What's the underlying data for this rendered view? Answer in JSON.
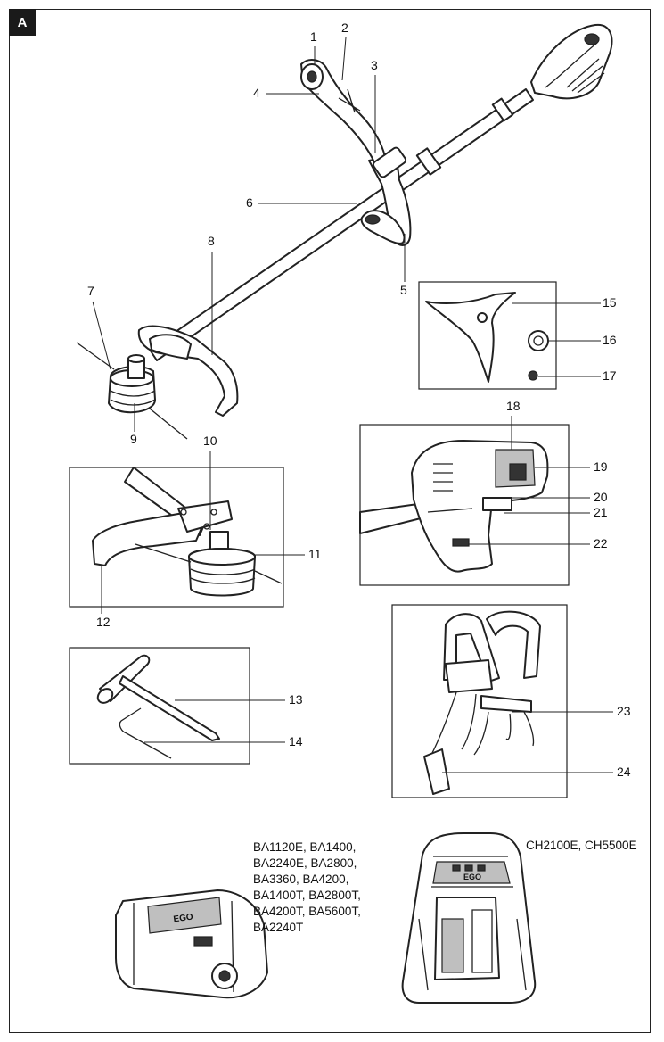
{
  "figure": {
    "tag": "A"
  },
  "callouts": {
    "c1": "1",
    "c2": "2",
    "c3": "3",
    "c4": "4",
    "c5": "5",
    "c6": "6",
    "c7": "7",
    "c8": "8",
    "c9": "9",
    "c10": "10",
    "c11": "11",
    "c12": "12",
    "c13": "13",
    "c14": "14",
    "c15": "15",
    "c16": "16",
    "c17": "17",
    "c18": "18",
    "c19": "19",
    "c20": "20",
    "c21": "21",
    "c22": "22",
    "c23": "23",
    "c24": "24"
  },
  "battery_models": {
    "line1": "BA1120E, BA1400,",
    "line2": "BA2240E, BA2800,",
    "line3": "BA3360, BA4200,",
    "line4": "BA1400T, BA2800T,",
    "line5": "BA4200T, BA5600T,",
    "line6": "BA2240T"
  },
  "charger_models": "CH2100E, CH5500E",
  "brand_marks": {
    "battery": "EGO",
    "charger": "EGO"
  }
}
